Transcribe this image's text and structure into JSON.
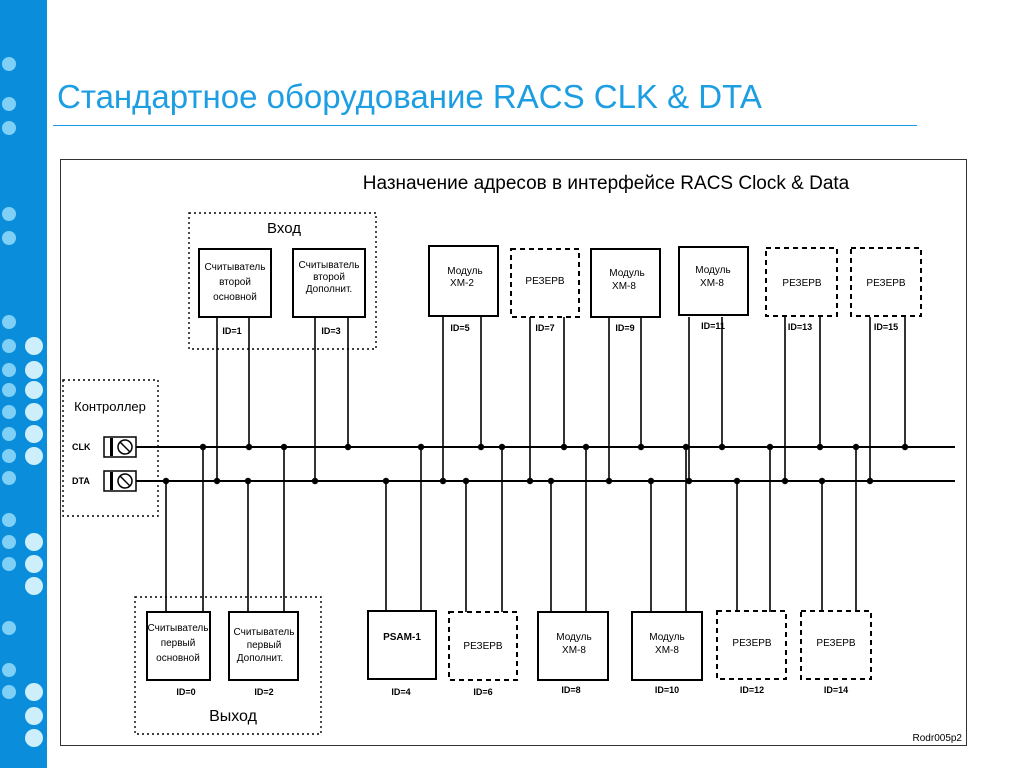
{
  "slide": {
    "title": "Стандартное оборудование  RACS CLK & DTA",
    "accent_color": "#1d9ee2",
    "sidebar_color": "#0a8ddb"
  },
  "diagram": {
    "title": "Назначение адресов в интерфейсе RACS Clock & Data",
    "code": "Rodr005p2",
    "controller": {
      "label": "Контроллер",
      "clk": "CLK",
      "dta": "DTA"
    },
    "entry_group": "Вход",
    "exit_group": "Выход",
    "reader_word": "Считыватель",
    "top_readers": [
      {
        "line2": "второй",
        "line3": "основной",
        "id": "ID=1"
      },
      {
        "line2": "второй",
        "line3": "Дополнит.",
        "id": "ID=3"
      }
    ],
    "bottom_readers": [
      {
        "line2": "первый",
        "line3": "основной",
        "id": "ID=0"
      },
      {
        "line2": "первый",
        "line3": "Дополнит.",
        "id": "ID=2"
      }
    ],
    "module_word": "Модуль",
    "reserve_word": "РЕЗЕРВ",
    "top_modules": [
      {
        "type": "module",
        "model": "XM-2",
        "id": "ID=5"
      },
      {
        "type": "reserve",
        "id": "ID=7"
      },
      {
        "type": "module",
        "model": "XM-8",
        "id": "ID=9"
      },
      {
        "type": "module",
        "model": "XM-8",
        "id": "ID=11"
      },
      {
        "type": "reserve",
        "id": "ID=13"
      },
      {
        "type": "reserve",
        "id": "ID=15"
      }
    ],
    "bottom_modules": [
      {
        "type": "psam",
        "label": "PSAM-1",
        "id": "ID=4"
      },
      {
        "type": "reserve",
        "id": "ID=6"
      },
      {
        "type": "module",
        "model": "XM-8",
        "id": "ID=8"
      },
      {
        "type": "module",
        "model": "XM-8",
        "id": "ID=10"
      },
      {
        "type": "reserve",
        "id": "ID=12"
      },
      {
        "type": "reserve",
        "id": "ID=14"
      }
    ]
  }
}
